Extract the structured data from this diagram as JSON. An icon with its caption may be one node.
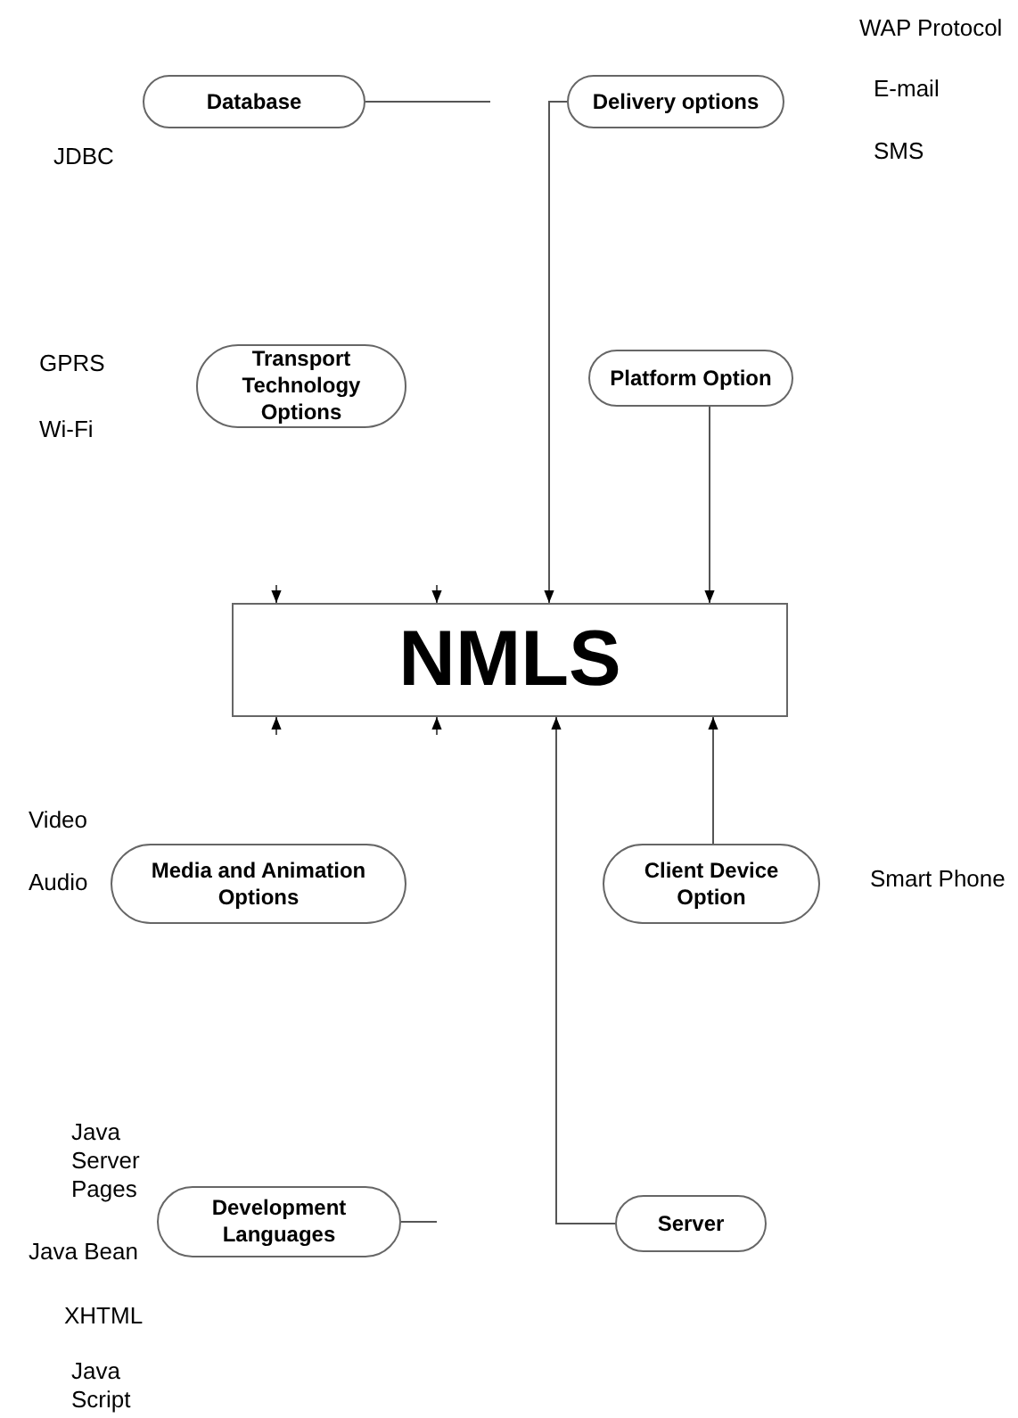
{
  "diagram": {
    "nodes": [
      {
        "text": [
          "Database"
        ],
        "beside": [
          "JDBC"
        ]
      },
      {
        "text": [
          "Delivery options"
        ],
        "beside": [
          "WAP Protocol",
          "E-mail",
          "SMS"
        ]
      },
      {
        "text": [
          "Transport Technology Options"
        ],
        "beside": [
          "GPRS",
          "Wi-Fi"
        ]
      },
      {
        "text": [
          "Platform Option"
        ]
      },
      {
        "text": [
          "NMLS"
        ]
      },
      {
        "text": [
          "Media and Animation Options"
        ],
        "beside": [
          "Video",
          "Audio"
        ]
      },
      {
        "text": [
          "Client Device Option"
        ],
        "beside": [
          "Smart Phone"
        ]
      },
      {
        "text": [
          "Development Languages"
        ],
        "beside": [
          "Java Server Pages",
          "Java Bean",
          "XHTML",
          "Java Script"
        ]
      },
      {
        "text": [
          "Server"
        ]
      }
    ],
    "edges": [
      {
        "from": 0,
        "to": null,
        "arrow": "none"
      },
      {
        "from": 1,
        "to": 4,
        "arrow": "to"
      },
      {
        "from": 3,
        "to": 4,
        "arrow": "to"
      },
      {
        "from": null,
        "to": 4,
        "arrow": "to"
      },
      {
        "from": null,
        "to": 4,
        "arrow": "to"
      },
      {
        "from": null,
        "to": 4,
        "arrow": "to"
      },
      {
        "from": null,
        "to": 4,
        "arrow": "to"
      },
      {
        "from": 6,
        "to": 4,
        "arrow": "to"
      },
      {
        "from": 8,
        "to": 4,
        "arrow": "to"
      },
      {
        "from": 7,
        "to": null,
        "arrow": "none"
      }
    ]
  }
}
